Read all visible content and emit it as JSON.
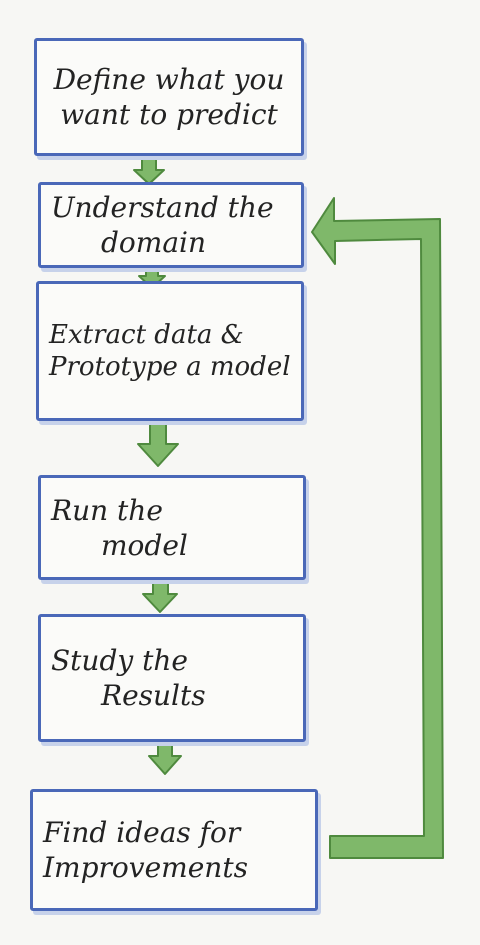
{
  "diagram": {
    "colors": {
      "box_border": "#4a68b8",
      "arrow_fill": "#7fb86a",
      "arrow_stroke": "#4f8a3e",
      "background": "#f7f7f4"
    },
    "steps": [
      {
        "line1": "Define what you",
        "line2": "want to predict"
      },
      {
        "line1": "Understand the",
        "line2": "domain"
      },
      {
        "line1": "Extract data &",
        "line2": "Prototype a model"
      },
      {
        "line1": "Run the",
        "line2": "model"
      },
      {
        "line1": "Study the",
        "line2": "Results"
      },
      {
        "line1": "Find ideas for",
        "line2": "Improvements"
      }
    ]
  }
}
